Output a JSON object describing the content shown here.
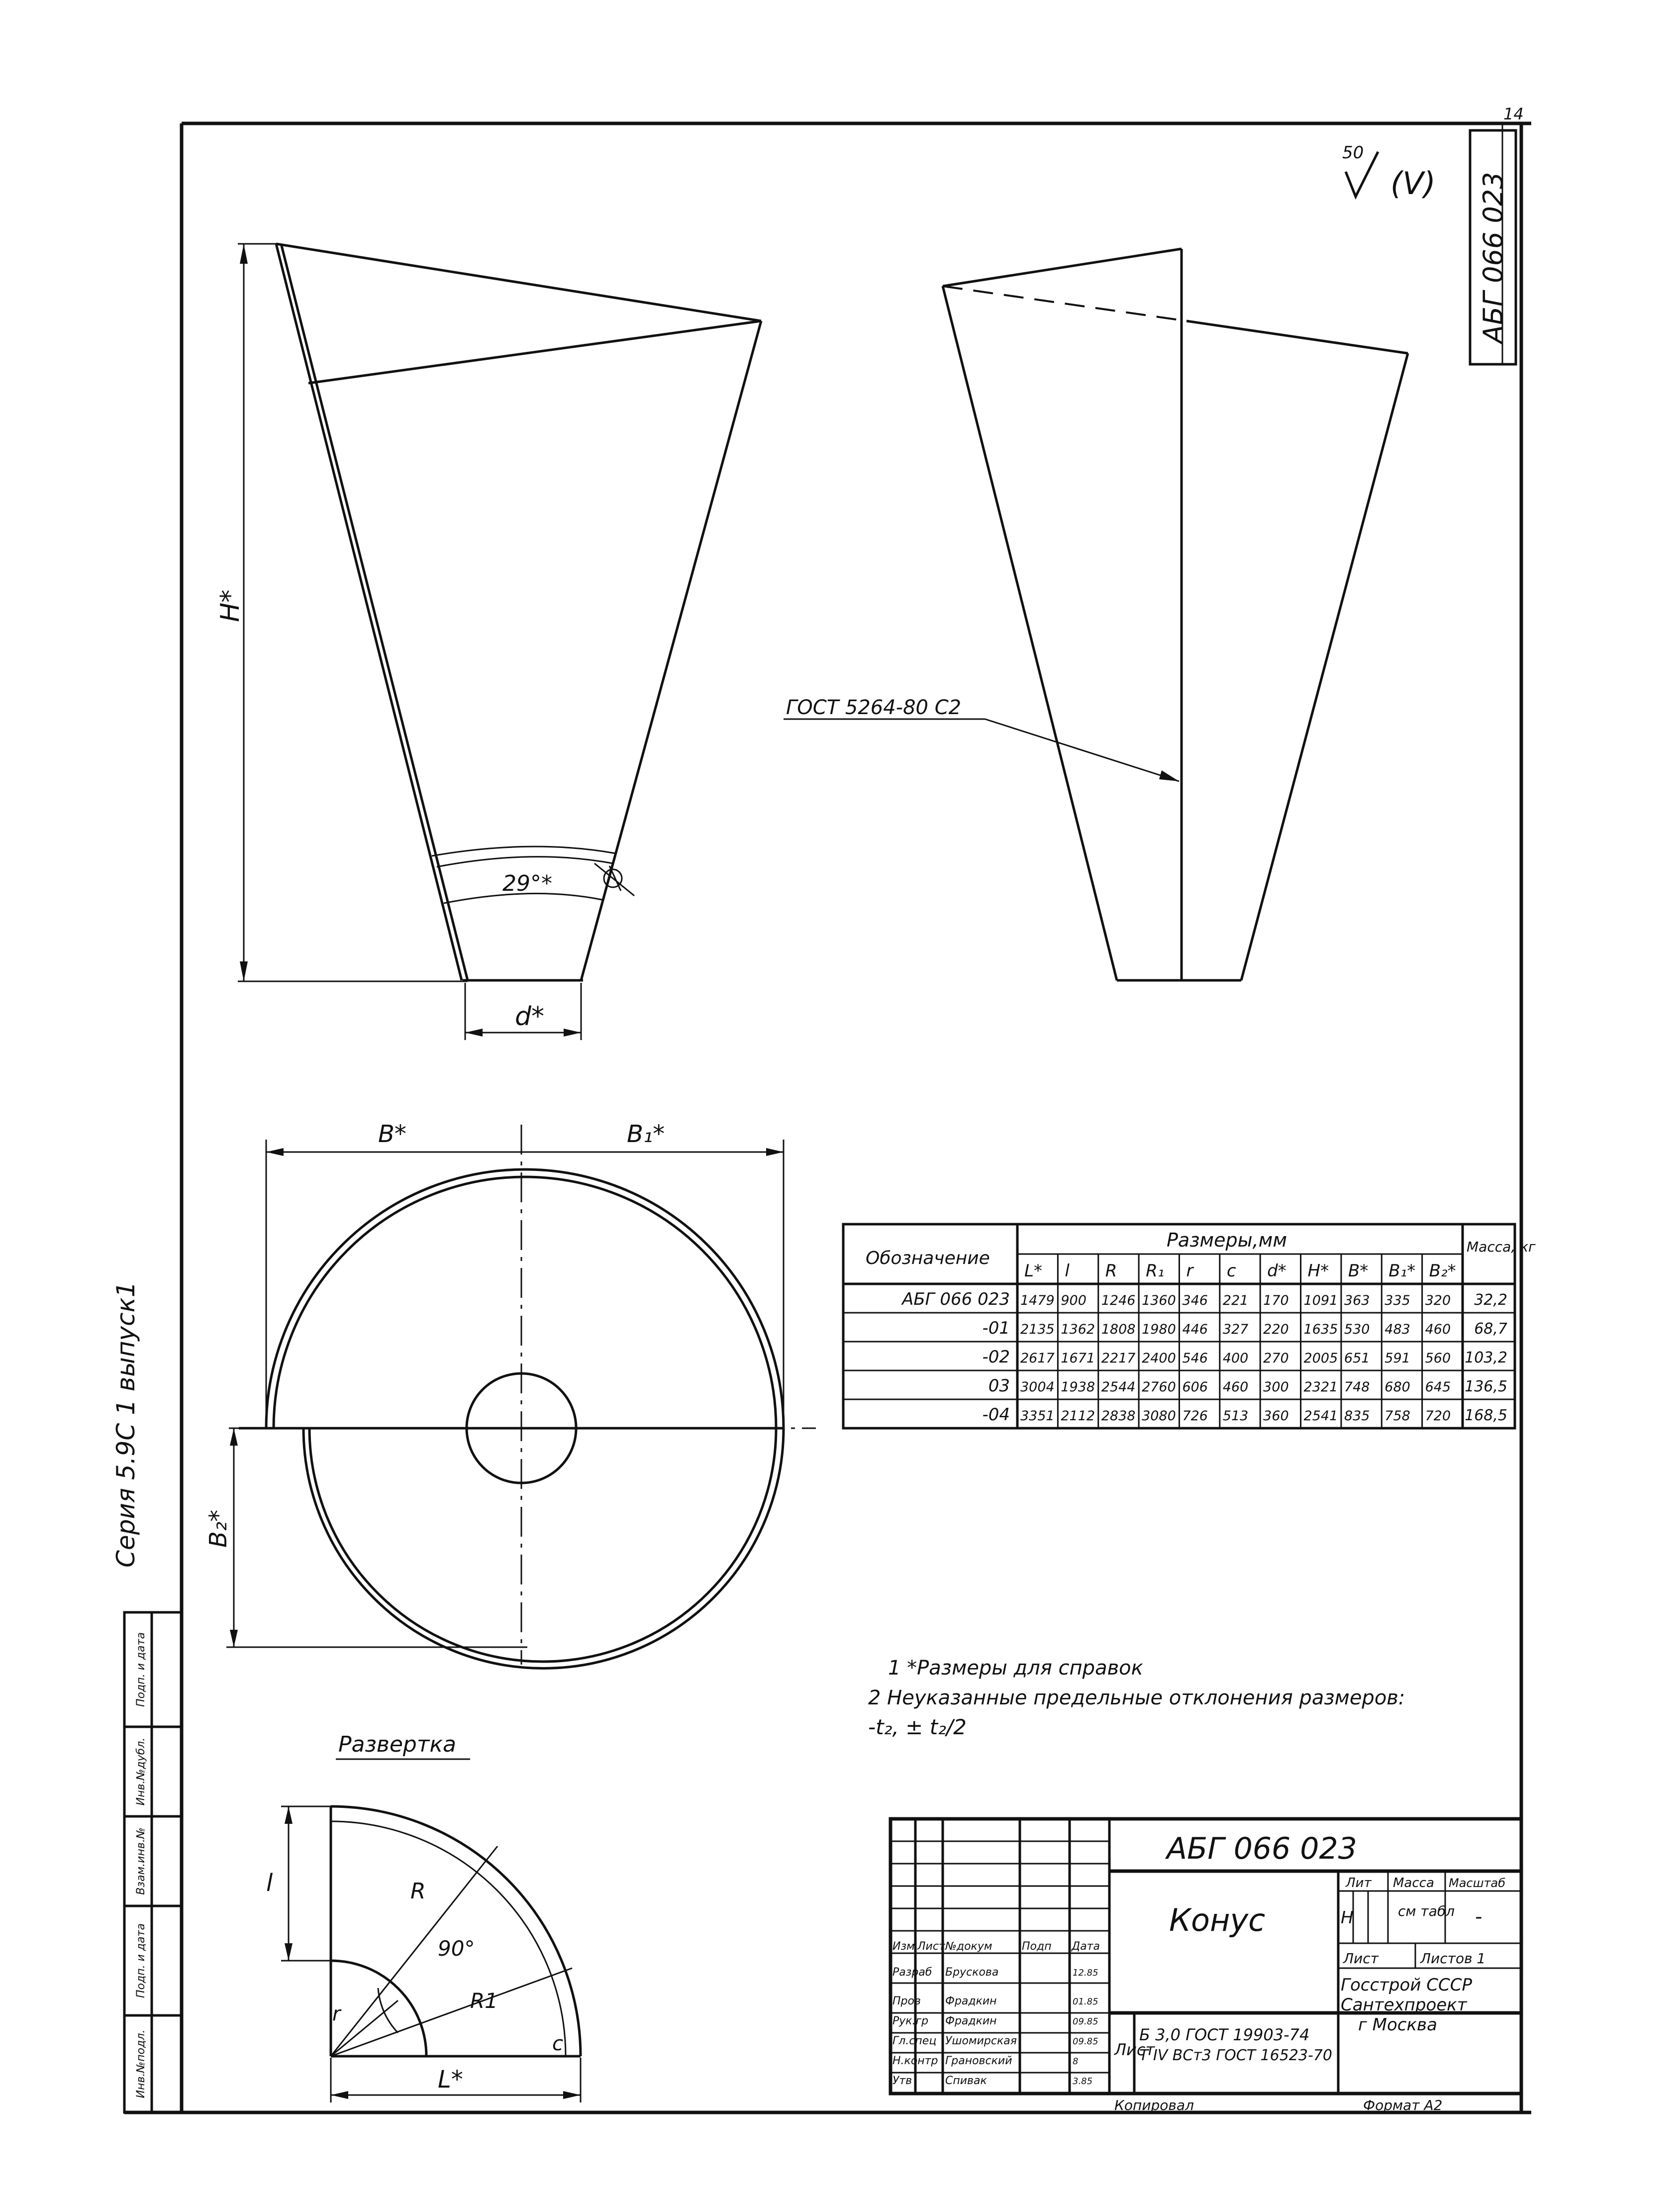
{
  "sheet": {
    "page_number": "14",
    "designation_vertical": "АБГ 066 023",
    "roughness_value": "50",
    "roughness_note": "(V)",
    "series_note": "Серия 5.9С   1        выпуск1"
  },
  "views": {
    "front": {
      "dim_height": "H*",
      "dim_diameter": "d*",
      "angle_label": "29°*",
      "weld_hint": ""
    },
    "side": {
      "weld_label": "ГОСТ 5264-80  С2"
    },
    "top": {
      "dim_b": "B*",
      "dim_b1": "B₁*",
      "dim_b2": "B₂*"
    },
    "development": {
      "title": "Развертка",
      "dim_l": "l",
      "dim_R": "R",
      "dim_R1": "R1",
      "dim_r": "r",
      "angle": "90°",
      "dim_L": "L*",
      "dim_c": "c"
    }
  },
  "table": {
    "col_designation": "Обозначение",
    "group_header": "Размеры,мм",
    "col_mass": "Масса, кг",
    "columns": [
      "L*",
      "l",
      "R",
      "R₁",
      "r",
      "c",
      "d*",
      "H*",
      "B*",
      "B₁*",
      "B₂*"
    ],
    "rows": [
      {
        "designation": "АБГ 066 023",
        "values": [
          "1479",
          "900",
          "1246",
          "1360",
          "346",
          "221",
          "170",
          "1091",
          "363",
          "335",
          "320"
        ],
        "mass": "32,2"
      },
      {
        "designation": "-01",
        "values": [
          "2135",
          "1362",
          "1808",
          "1980",
          "446",
          "327",
          "220",
          "1635",
          "530",
          "483",
          "460"
        ],
        "mass": "68,7"
      },
      {
        "designation": "-02",
        "values": [
          "2617",
          "1671",
          "2217",
          "2400",
          "546",
          "400",
          "270",
          "2005",
          "651",
          "591",
          "560"
        ],
        "mass": "103,2"
      },
      {
        "designation": "03",
        "values": [
          "3004",
          "1938",
          "2544",
          "2760",
          "606",
          "460",
          "300",
          "2321",
          "748",
          "680",
          "645"
        ],
        "mass": "136,5"
      },
      {
        "designation": "-04",
        "values": [
          "3351",
          "2112",
          "2838",
          "3080",
          "726",
          "513",
          "360",
          "2541",
          "835",
          "758",
          "720"
        ],
        "mass": "168,5"
      }
    ]
  },
  "notes": {
    "note1": "1 *Размеры для справок",
    "note2": "2 Неуказанные предельные отклонения размеров:",
    "note2_formula": "-t₂, ± t₂/2"
  },
  "left_stamp": {
    "cells": [
      "Инв.№подл.",
      "Подп. и дата",
      "Взам.инв.№",
      "Инв.№дубл.",
      "Подп. и дата"
    ]
  },
  "title_block": {
    "designation": "АБГ 066 023",
    "name": "Конус",
    "role_header": [
      "Изм",
      "Лист",
      "№докум",
      "Подп",
      "Дата"
    ],
    "people": [
      {
        "role": "Разраб",
        "name": "Брускова",
        "date": "12.85"
      },
      {
        "role": "Пров",
        "name": "Фрадкин",
        "date": "01.85"
      },
      {
        "role": "Рук.гр",
        "name": "Фрадкин",
        "date": "09.85"
      },
      {
        "role": "Гл.спец",
        "name": "Ушомирская",
        "date": "09.85"
      },
      {
        "role": "Н.контр",
        "name": "Грановский",
        "date": "8"
      },
      {
        "role": "Утв",
        "name": "Спивак",
        "date": "3.85"
      }
    ],
    "material_sheet_label": "Лист",
    "material_line1": "Б 3,0 ГОСТ 19903-74",
    "material_line2": "Т IV ВСт3 ГОСТ 16523-70",
    "lit_label": "Лит",
    "lit_value": "Н",
    "mass_label": "Масса",
    "mass_value": "см табл",
    "scale_label": "Масштаб",
    "scale_value": "-",
    "sheet_label": "Лист",
    "sheets_label": "Листов 1",
    "org1": "Госстрой СССР",
    "org2": "Сантехпроект",
    "org3": "г Москва",
    "copied": "Копировал",
    "format": "Формат А2"
  }
}
